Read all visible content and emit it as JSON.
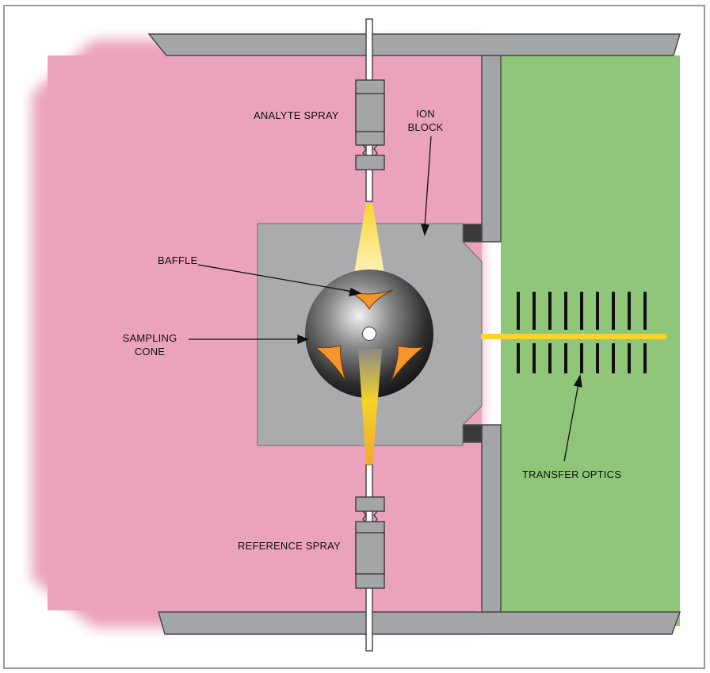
{
  "labels": {
    "analyte_spray": "ANALYTE SPRAY",
    "ion_block_line1": "ION",
    "ion_block_line2": "BLOCK",
    "baffle": "BAFFLE",
    "sampling_cone_line1": "SAMPLING",
    "sampling_cone_line2": "CONE",
    "transfer_optics": "TRANSFER OPTICS",
    "reference_spray": "REFERENCE SPRAY"
  },
  "colors": {
    "source_region": "#eba3bb",
    "vacuum_region": "#8fc679",
    "housing": "#a3a5a7",
    "ion_block": "#a9abad",
    "baffle_vane": "#f4962d",
    "ion_beam": "#f7d32c",
    "optics_plates": "#111111"
  }
}
